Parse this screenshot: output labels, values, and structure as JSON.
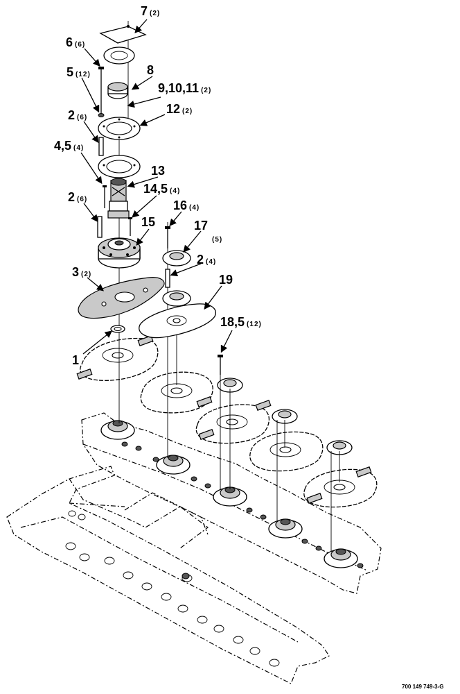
{
  "callouts": [
    {
      "id": "c7",
      "label": "7",
      "qty": "(2)"
    },
    {
      "id": "c6",
      "label": "6",
      "qty": "(6)"
    },
    {
      "id": "c8",
      "label": "8",
      "qty": ""
    },
    {
      "id": "c5a",
      "label": "5",
      "qty": "(12)"
    },
    {
      "id": "c9",
      "label": "9,10,11",
      "qty": "(2)"
    },
    {
      "id": "c2a",
      "label": "2",
      "qty": "(6)"
    },
    {
      "id": "c12",
      "label": "12",
      "qty": "(2)"
    },
    {
      "id": "c45",
      "label": "4,5",
      "qty": "(4)"
    },
    {
      "id": "c13",
      "label": "13",
      "qty": ""
    },
    {
      "id": "c145",
      "label": "14,5",
      "qty": "(4)"
    },
    {
      "id": "c2b",
      "label": "2",
      "qty": "(6)"
    },
    {
      "id": "c16",
      "label": "16",
      "qty": "(4)"
    },
    {
      "id": "c15",
      "label": "15",
      "qty": ""
    },
    {
      "id": "c17",
      "label": "17",
      "qty": "(5)"
    },
    {
      "id": "c2c",
      "label": "2",
      "qty": "(4)"
    },
    {
      "id": "c3",
      "label": "3",
      "qty": "(2)"
    },
    {
      "id": "c19",
      "label": "19",
      "qty": ""
    },
    {
      "id": "c185",
      "label": "18,5",
      "qty": "(12)"
    },
    {
      "id": "c1",
      "label": "1",
      "qty": ""
    }
  ],
  "figure_number": "700 149 749-3-G"
}
